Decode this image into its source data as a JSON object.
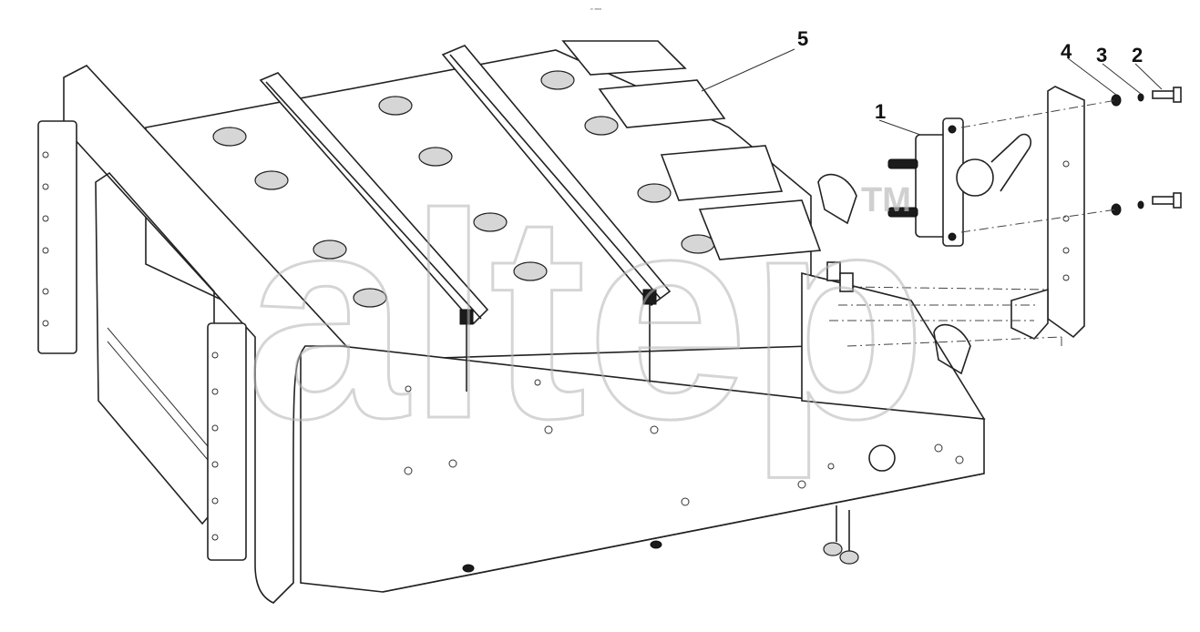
{
  "diagram": {
    "header_text": "▫ ▫▫▫",
    "watermark_text": "altep",
    "watermark_mark": "TM",
    "callouts": [
      {
        "label": "1"
      },
      {
        "label": "2"
      },
      {
        "label": "3"
      },
      {
        "label": "4"
      },
      {
        "label": "5"
      }
    ]
  }
}
